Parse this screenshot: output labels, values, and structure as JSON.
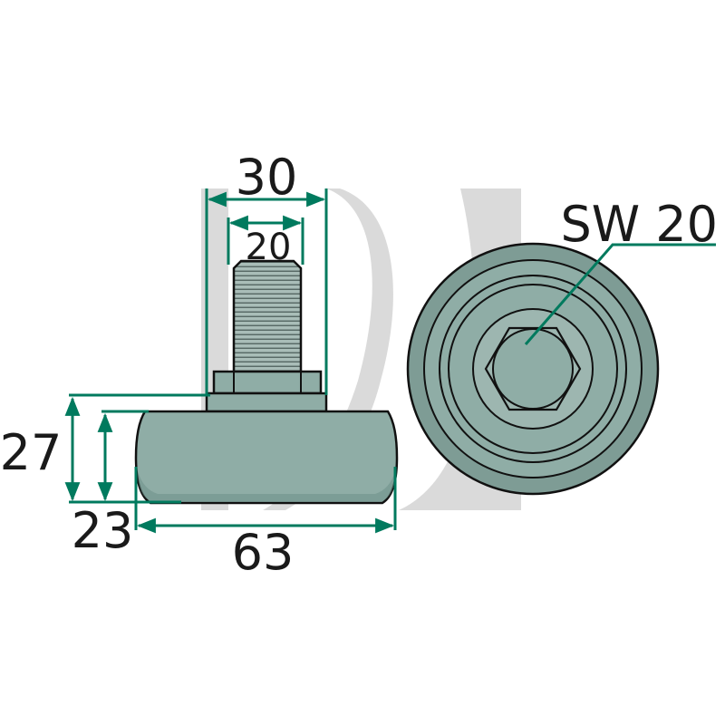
{
  "dimensions": {
    "head_width": "30",
    "thread_diameter": "20",
    "total_height": "27",
    "body_height": "23",
    "body_diameter": "63",
    "wrench_size": "SW 20"
  },
  "colors": {
    "part_fill": "#8fada6",
    "part_dark": "#6e8f88",
    "thread": "#a3b8b3",
    "dimension_line": "#007a5e",
    "outline": "#111111",
    "watermark": "#cfcfcf"
  }
}
